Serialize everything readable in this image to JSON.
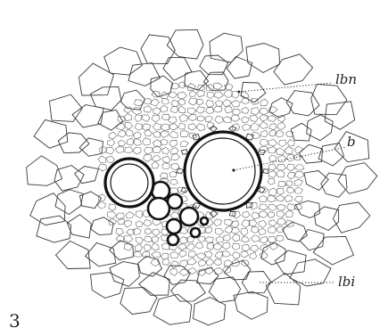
{
  "figure": {
    "number": "3",
    "labels": {
      "lbn": "lbn",
      "b": "b",
      "lbi": "lbi"
    }
  }
}
